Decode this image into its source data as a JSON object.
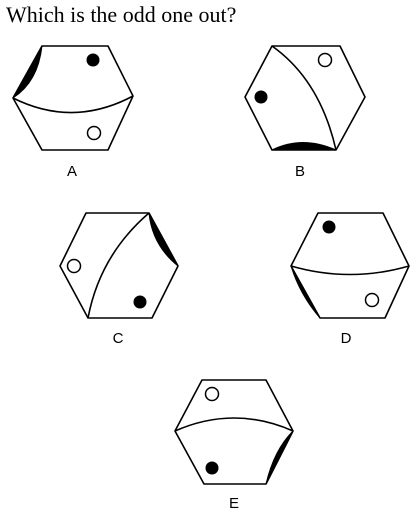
{
  "question": "Which is the odd one out?",
  "options": [
    {
      "label": "A"
    },
    {
      "label": "B"
    },
    {
      "label": "C"
    },
    {
      "label": "D"
    },
    {
      "label": "E"
    }
  ],
  "colors": {
    "ink": "#000000",
    "background": "#ffffff"
  }
}
